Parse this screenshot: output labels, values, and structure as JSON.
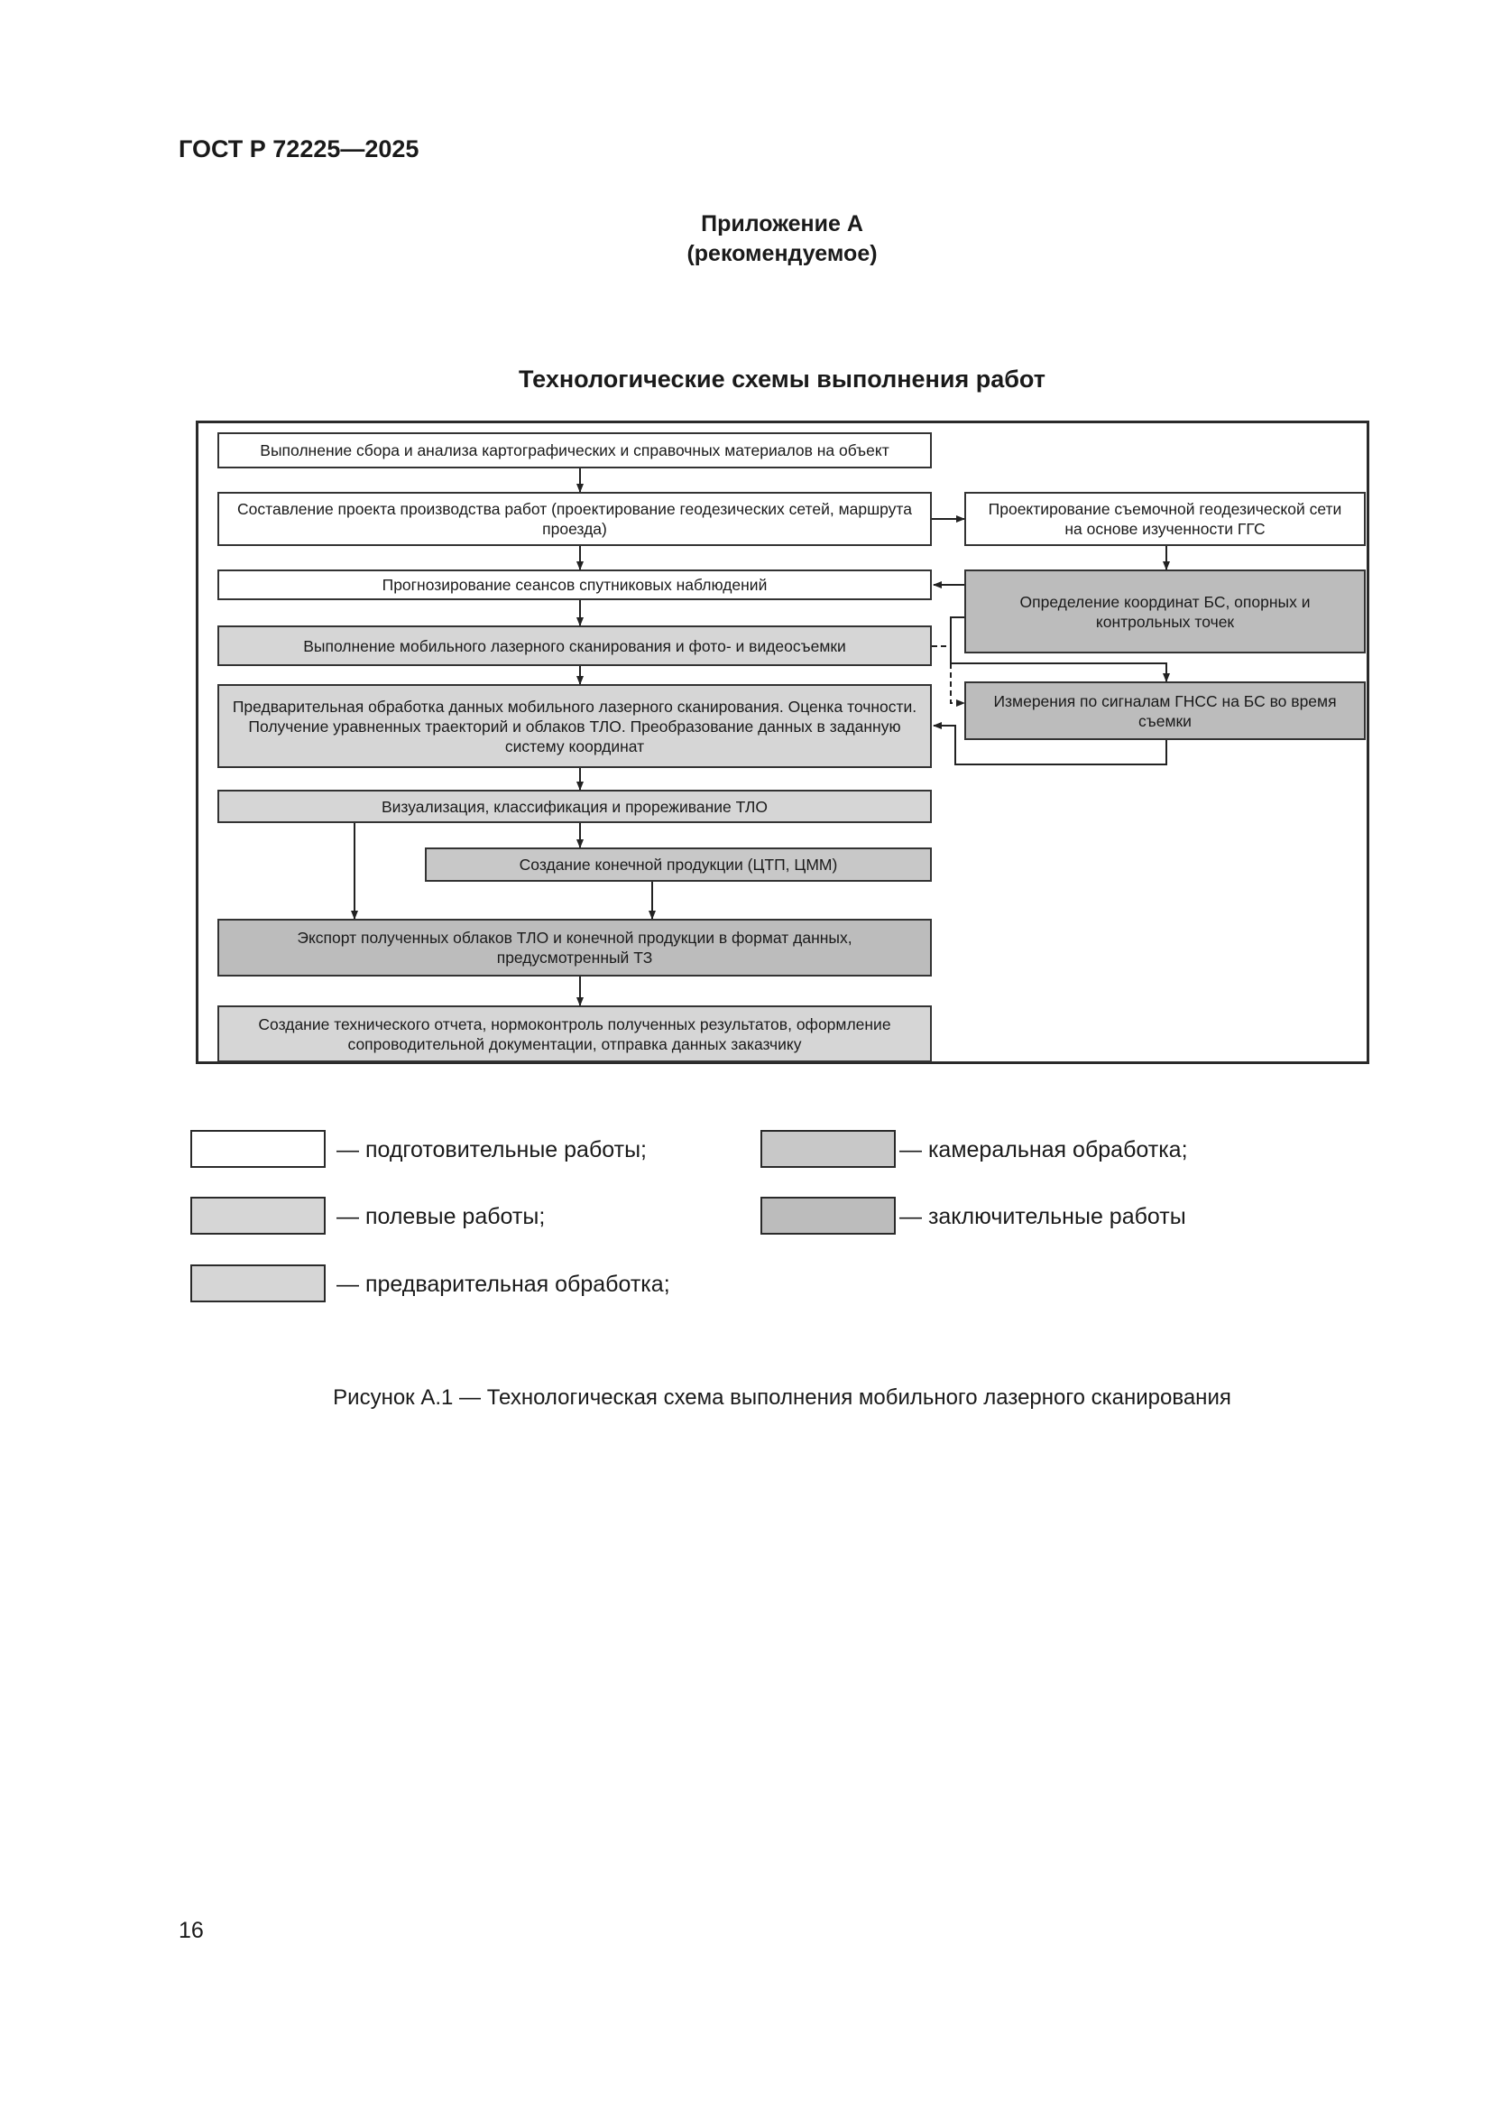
{
  "header": {
    "standard": "ГОСТ Р 72225—2025"
  },
  "appendix": {
    "title": "Приложение А",
    "subtitle": "(рекомендуемое)"
  },
  "section_title": "Технологические схемы выполнения работ",
  "flowchart": {
    "nodes": {
      "n1": "Выполнение сбора и анализа картографических и справочных материалов на объект",
      "n2": "Составление проекта производства работ (проектирование геодезических сетей, маршрута проезда)",
      "n3": "Прогнозирование сеансов спутниковых наблюдений",
      "n4": "Выполнение мобильного лазерного сканирования и фото- и видеосъемки",
      "n5": "Предварительная обработка данных мобильного лазерного сканирования. Оценка точности. Получение уравненных траекторий и облаков ТЛО. Преобразование данных в заданную систему координат",
      "n6": "Визуализация, классификация и прореживание ТЛО",
      "n7": "Создание конечной продукции (ЦТП, ЦММ)",
      "n8": "Экспорт полученных облаков ТЛО и конечной продукции в формат данных, предусмотренный ТЗ",
      "n9": "Создание технического отчета, нормоконтроль полученных результатов, оформление сопроводительной документации, отправка данных заказчику",
      "r1": "Проектирование съемочной геодезической сети на основе изученности ГГС",
      "r2": "Определение координат БС, опорных и контрольных точек",
      "r3": "Измерения по сигналам ГНСС на БС во время съемки"
    }
  },
  "legend": {
    "prep": "— подготовительные работы;",
    "field": "— полевые работы;",
    "preproc": "— предварительная обработка;",
    "office": "— камеральная обработка;",
    "final": "— заключительные работы"
  },
  "caption": "Рисунок А.1 — Технологическая схема выполнения мобильного лазерного сканирования",
  "page_number": "16"
}
